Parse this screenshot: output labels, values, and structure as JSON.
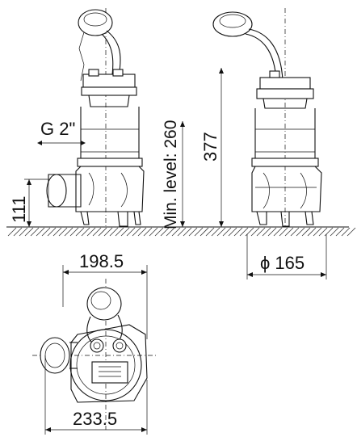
{
  "dimensions": {
    "thread": "G 2\"",
    "inlet_height": "111",
    "min_level": "Min. level: 260",
    "total_height": "377",
    "diameter": "ϕ 165",
    "top_width": "198.5",
    "bottom_width": "233.5"
  },
  "colors": {
    "line": "#111111",
    "background": "#ffffff"
  }
}
